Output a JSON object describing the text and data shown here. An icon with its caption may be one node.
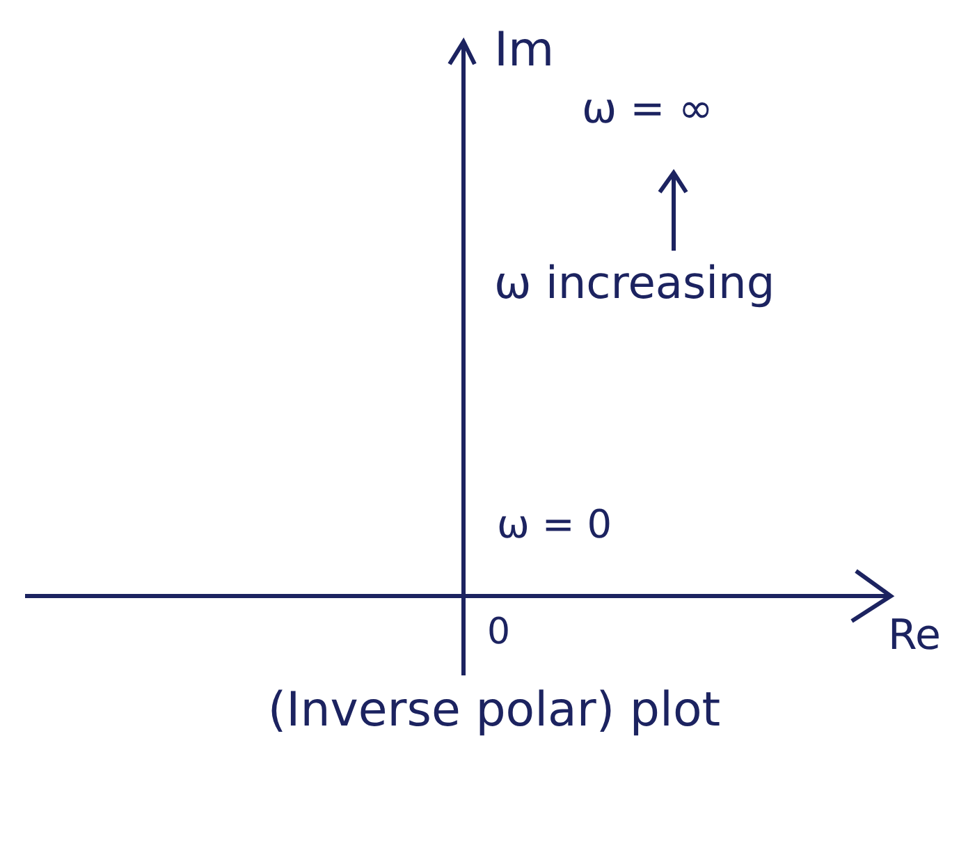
{
  "diagram": {
    "caption": "(Inverse polar) plot",
    "labels": [
      "Im",
      "ω = ∞",
      "ω increasing",
      "ω = 0",
      "0",
      "Re"
    ]
  }
}
